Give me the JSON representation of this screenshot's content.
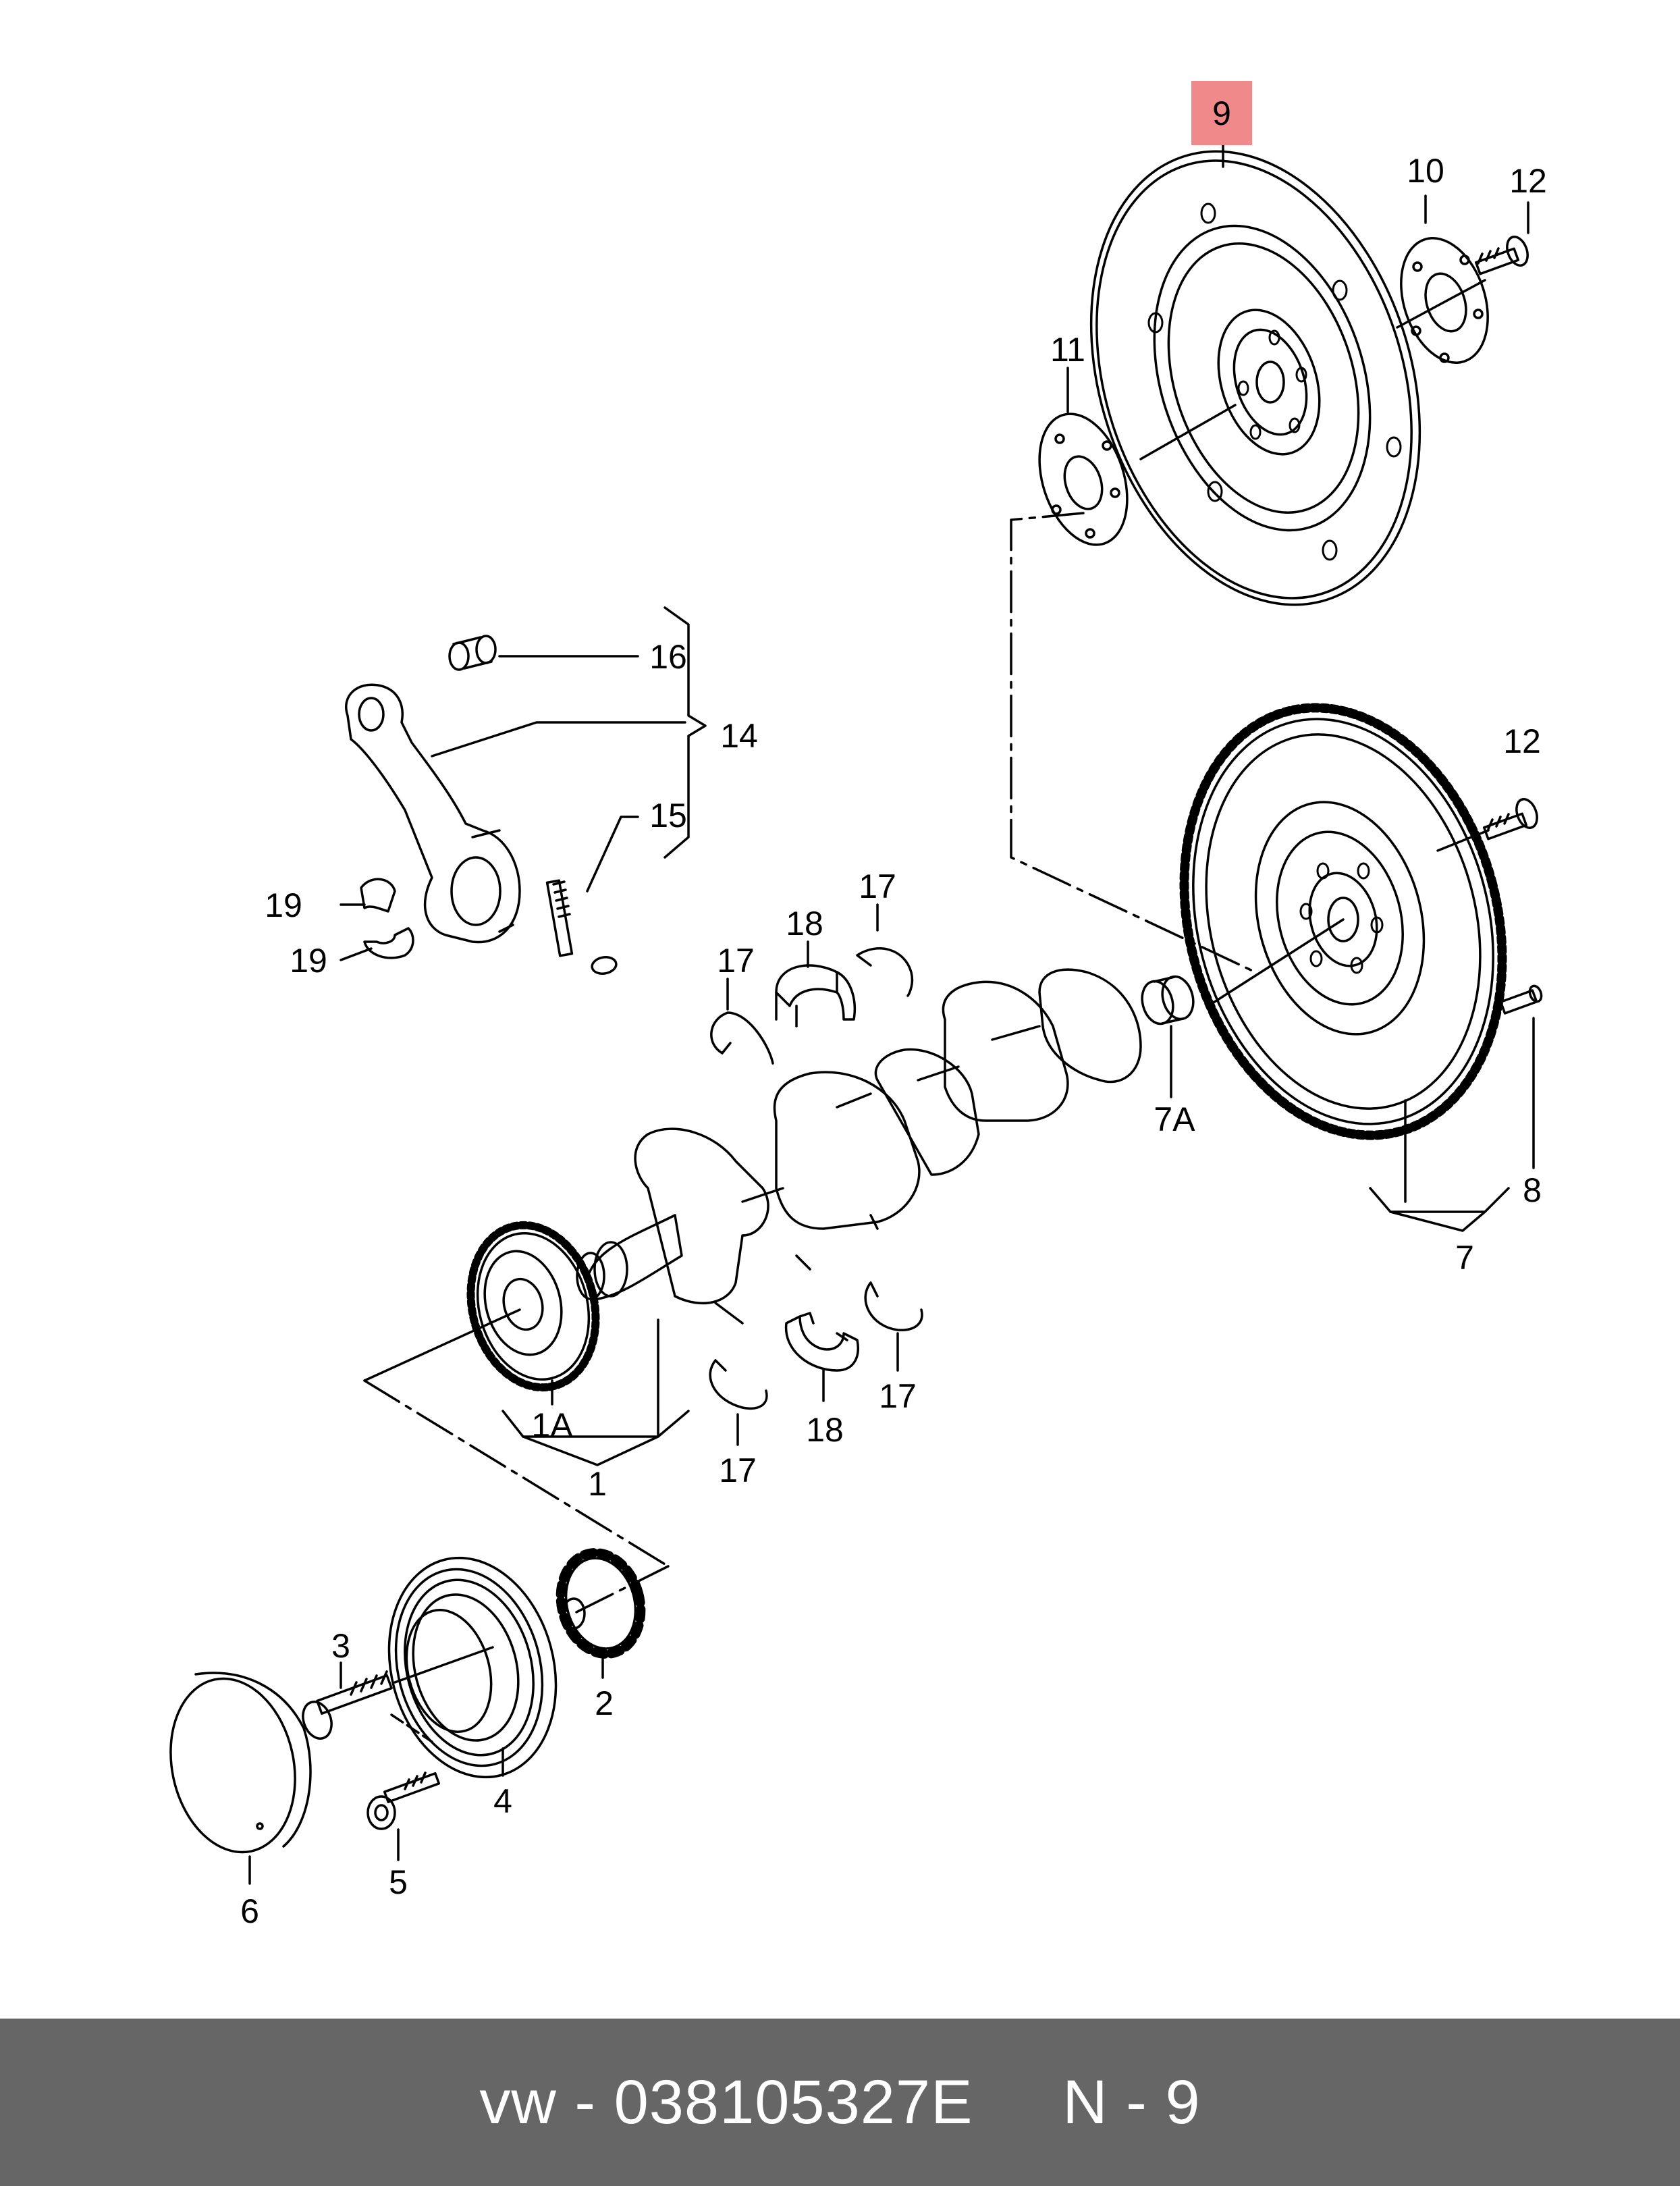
{
  "colors": {
    "line": "#000000",
    "highlight": "#f08a8a",
    "footer_bg": "#666666",
    "footer_text": "#ffffff"
  },
  "callouts": {
    "c1": "1",
    "c1A": "1A",
    "c2": "2",
    "c3": "3",
    "c4": "4",
    "c5": "5",
    "c6": "6",
    "c7": "7",
    "c7A": "7A",
    "c8": "8",
    "c9": "9",
    "c10": "10",
    "c11": "11",
    "c12a": "12",
    "c12b": "12",
    "c14": "14",
    "c15": "15",
    "c16": "16",
    "c17a": "17",
    "c17b": "17",
    "c17c": "17",
    "c17d": "17",
    "c18a": "18",
    "c18b": "18",
    "c19a": "19",
    "c19b": "19"
  },
  "highlighted_part": "9",
  "footer": {
    "brand": "vw",
    "part_number": "038105327E",
    "position_label": "N - 9"
  }
}
